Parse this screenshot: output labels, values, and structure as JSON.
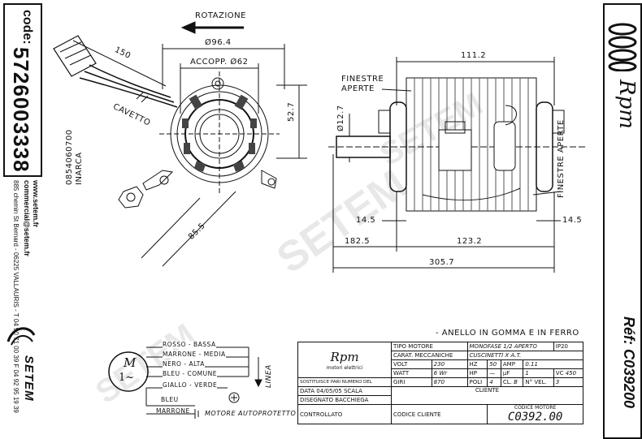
{
  "code_panel": {
    "label": "code:",
    "value": "5726003338",
    "website": "www.setem.fr",
    "email": "commercial@setem.fr",
    "address": "885 chemin St Bernard - 06225 VALLAURIS - T 04 90 71 00 39  F 04 92 95 19 39",
    "brand": "SETEM"
  },
  "ref_panel": {
    "label": "Réf: C039200",
    "brand": "Rpm"
  },
  "front_view": {
    "rotation_label": "ROTAZIONE",
    "dim_outer": "Ø96.4",
    "dim_coupling": "ACCOPP. Ø62",
    "dim_cable_len": "150",
    "cable_label": "CAVETTO",
    "dim_height": "52.7",
    "dim_diag": "85.5",
    "part_no": "0854060700",
    "part_maker": "INARCA"
  },
  "side_view": {
    "dim_length": "111.2",
    "windows_left": "FINESTRE APERTE",
    "windows_right": "FINESTRE APERTE",
    "dim_shaft": "Ø12.7",
    "dim_14_5_left": "14.5",
    "dim_14_5_right": "14.5",
    "dim_182_5": "182.5",
    "dim_123_2": "123.2",
    "dim_305_7": "305.7"
  },
  "wiring": {
    "wires": [
      "ROSSO - BASSA",
      "MARRONE - MEDIA",
      "NERO - ALTA",
      "BLEU - COMUNE",
      "GIALLO - VERDE"
    ],
    "extra_wires": [
      "BLEU",
      "MARRONE"
    ],
    "motor_symbol": "M",
    "phase_symbol": "1~",
    "line_label": "LINEA",
    "protected_label": "MOTORE AUTOPROTETTO"
  },
  "note": "- ANELLO IN GOMMA E IN FERRO",
  "title_block": {
    "logo_text": "Rpm",
    "logo_sub": "motori elettrici",
    "tipo_motore_label": "TIPO MOTORE",
    "tipo_motore_value": "MONOFASE 1/2 APERTO",
    "ip": "IP20",
    "carat_label": "CARAT. MECCANICHE",
    "carat_value": "CUSCINETTI X A.T.",
    "volt_label": "VOLT",
    "volt_value": "230",
    "hz_label": "HZ",
    "hz_value": "50",
    "amp_label": "AMP",
    "amp_value": "0.11",
    "watt_label": "WATT",
    "watt_value": "6 Wr",
    "hp_label": "HP",
    "hp_value": "—",
    "uf_label": "µF",
    "uf_value": "1",
    "vc_label": "VC",
    "vc_value": "450",
    "giri_label": "GIRI",
    "giri_value": "870",
    "poli_label": "POLI",
    "poli_value": "4",
    "cl_label": "CL.",
    "cl_value": "B",
    "vel_label": "N° VEL.",
    "vel_value": "3",
    "sostituisce": "SOSTITUISCE PARI NUMERO DEL",
    "data_label": "DATA",
    "data_value": "04/05/05",
    "scala_label": "SCALA",
    "disegnato_label": "DISEGNATO",
    "disegnato_value": "BACCHIEGA",
    "controllato_label": "CONTROLLATO",
    "cliente_label": "CLIENTE",
    "codice_cliente_label": "CODICE CLIENTE",
    "codice_motore_label": "CODICE MOTORE",
    "codice_motore_value": "C0392.00"
  },
  "watermark": "SETEM"
}
